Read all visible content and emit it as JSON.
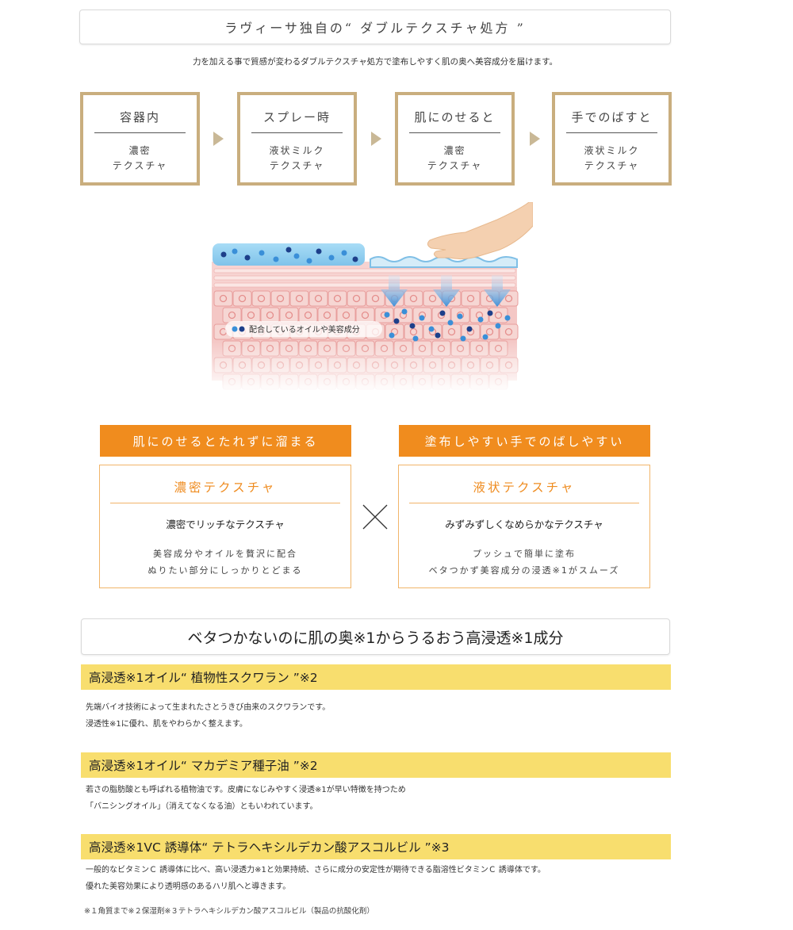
{
  "section1": {
    "heading": "ラヴィーサ独自の“ ダブルテクスチャ処方 ”",
    "lead": "力を加える事で質感が変わるダブルテクスチャ処方で塗布しやすく肌の奥へ美容成分を届けます。"
  },
  "steps": [
    {
      "title": "容器内",
      "desc1": "濃密",
      "desc2": "テクスチャ"
    },
    {
      "title": "スプレー時",
      "desc1": "液状ミルク",
      "desc2": "テクスチャ"
    },
    {
      "title": "肌にのせると",
      "desc1": "濃密",
      "desc2": "テクスチャ"
    },
    {
      "title": "手でのばすと",
      "desc1": "液状ミルク",
      "desc2": "テクスチャ"
    }
  ],
  "illustration": {
    "legend": "配合しているオイルや美容成分"
  },
  "features": [
    {
      "head": "肌にのせるとたれずに溜まる",
      "title": "濃密テクスチャ",
      "main": "濃密でリッチなテクスチャ",
      "desc1": "美容成分やオイルを贅沢に配合",
      "desc2": "ぬりたい部分にしっかりとどまる"
    },
    {
      "head": "塗布しやすい手でのばしやすい",
      "title": "液状テクスチャ",
      "main": "みずみずしくなめらかなテクスチャ",
      "desc1": "プッシュで簡単に塗布",
      "desc2": "ベタつかず美容成分の浸透※1がスムーズ"
    }
  ],
  "section2": {
    "heading": "ベタつかないのに肌の奥※1からうるおう高浸透※1成分"
  },
  "ingredients": [
    {
      "head": "高浸透※1オイル“ 植物性スクワラン ”※2",
      "line1": "先端バイオ技術によって生まれたさとうきび由来のスクワランです。",
      "line2": "浸透性※1に優れ、肌をやわらかく整えます。"
    },
    {
      "head": "高浸透※1オイル“ マカデミア種子油 ”※2",
      "line1": "若さの脂肪酸とも呼ばれる植物油です。皮膚になじみやすく浸透※1が早い特徴を持つため",
      "line2": "「バニシングオイル」（消えてなくなる油）ともいわれています。"
    },
    {
      "head": "高浸透※1VC 誘導体“ テトラヘキシルデカン酸アスコルビル ”※3",
      "line1": "一般的なビタミンＣ 誘導体に比べ、高い浸透力※1と効果持続、さらに成分の安定性が期待できる脂溶性ビタミンＣ 誘導体です。",
      "line2": "優れた美容効果により透明感のあるハリ肌へと導きます。"
    }
  ],
  "footnote": "※１角質まで※２保湿剤※３テトラヘキシルデカン酸アスコルビル（製品の抗酸化剤）",
  "colors": {
    "gold_border": "#c9ae7e",
    "orange": "#f08c1e",
    "yellow_band": "#f8de6e",
    "skin_pink": "#f2b2b0",
    "serum_blue": "#8fd0f0"
  }
}
